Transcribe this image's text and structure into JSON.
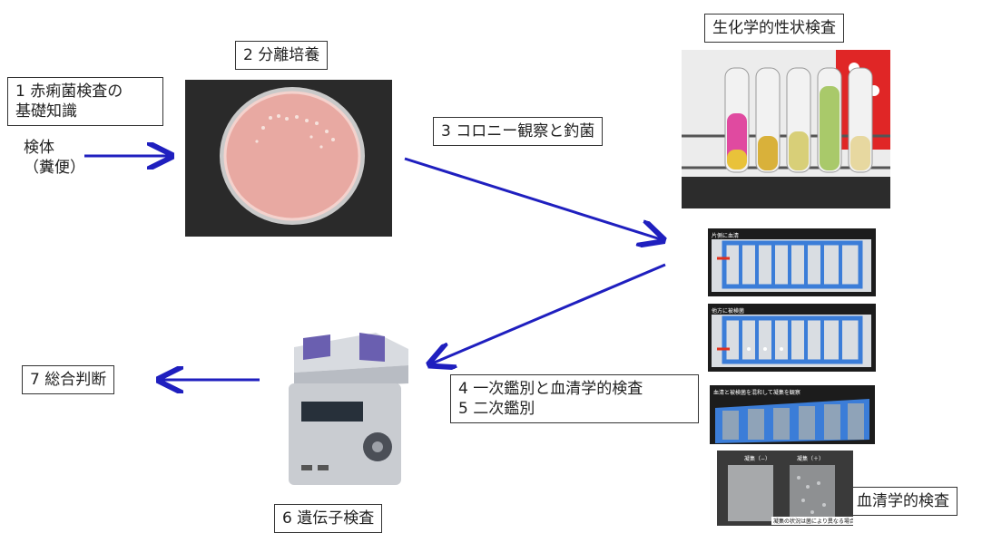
{
  "labels": {
    "step1": "1 赤痢菌検査の\n基礎知識",
    "specimen": "検体\n（糞便）",
    "step2": "2 分離培養",
    "step3": "3 コロニー観察と釣菌",
    "biochem": "生化学的性状検査",
    "step45": "4 一次鑑別と血清学的検査\n5 二次鑑別",
    "step6": "6 遺伝子検査",
    "step7": "7 総合判断",
    "serology": "血清学的検査"
  },
  "slide_captions": {
    "slide1": "片側に血清",
    "slide2": "他方に被検菌",
    "slide3": "血清と被検菌を混和して凝集を観察",
    "neg": "凝集（−）",
    "pos": "凝集（＋）",
    "note": "凝集の状況は菌により異なる場合がある"
  },
  "colors": {
    "arrow": "#1f1fbf",
    "slide_blue": "#3b7dd8",
    "agar": "#e8a9a2"
  }
}
